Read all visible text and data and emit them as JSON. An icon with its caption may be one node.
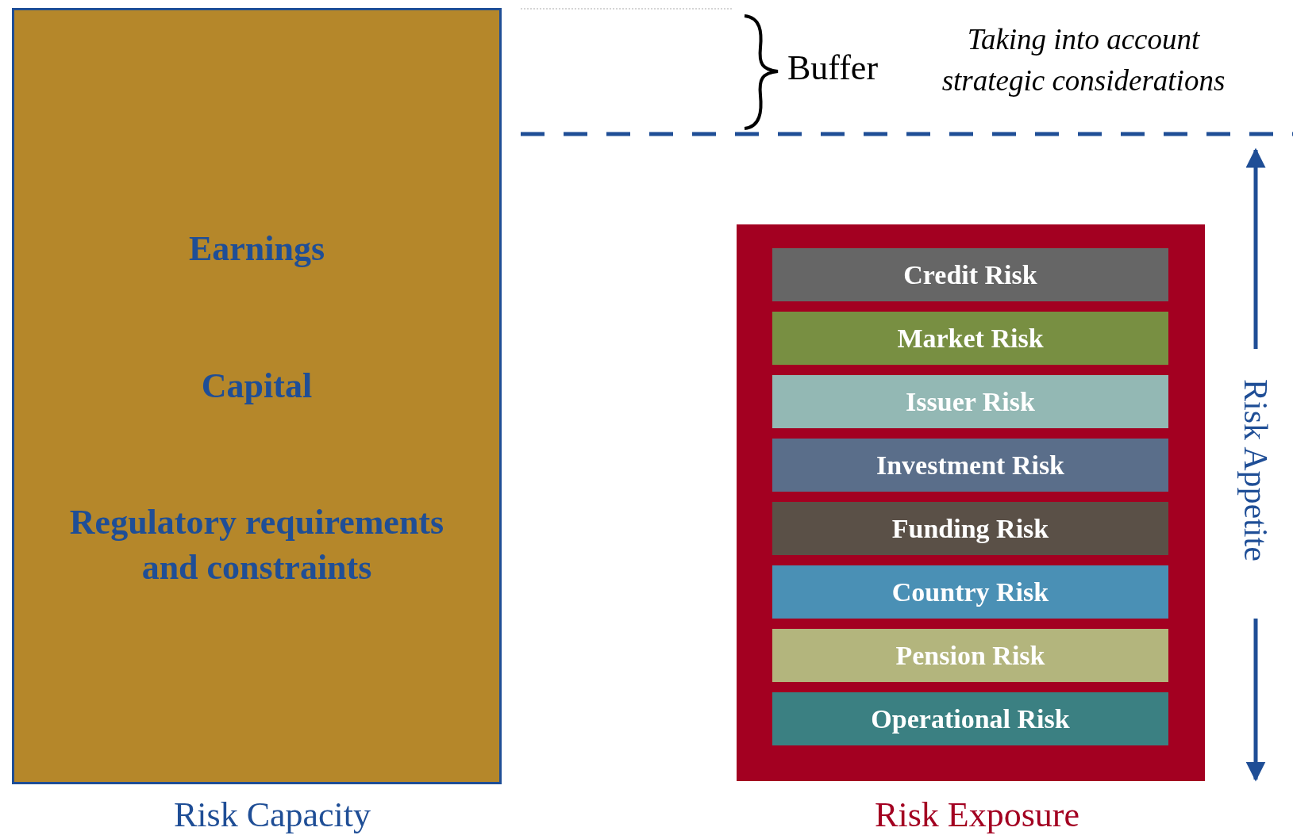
{
  "diagram": {
    "nodes": [
      {
        "text": [
          "Earnings",
          "Capital",
          "Regulatory requirements and constraints"
        ],
        "beside": [
          "Risk Capacity"
        ]
      },
      {
        "text": [],
        "shape": "box",
        "beside": [
          "Risk Exposure"
        ]
      },
      {
        "text": [
          "Credit Risk"
        ],
        "in": 1
      },
      {
        "text": [
          "Market Risk"
        ],
        "in": 1
      },
      {
        "text": [
          "Issuer Risk"
        ],
        "in": 1
      },
      {
        "text": [
          "Investment Risk"
        ],
        "in": 1
      },
      {
        "text": [
          "Funding Risk"
        ],
        "in": 1
      },
      {
        "text": [
          "Country Risk"
        ],
        "in": 1
      },
      {
        "text": [
          "Pension Risk"
        ],
        "in": 1
      },
      {
        "text": [
          "Operational Risk"
        ],
        "in": 1
      }
    ],
    "edges": [],
    "labels": [
      "Buffer",
      "Taking into account strategic considerations",
      "Risk Appetite"
    ]
  }
}
